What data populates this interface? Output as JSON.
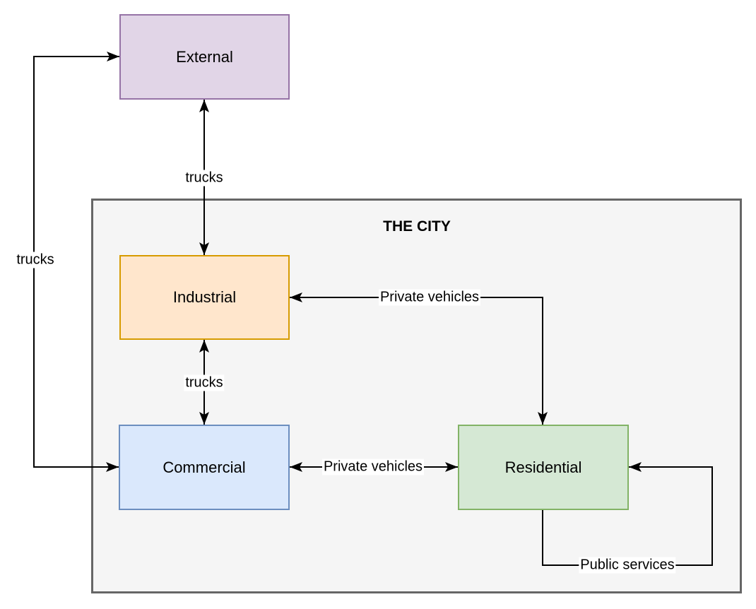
{
  "diagram": {
    "line_color": "#000000",
    "label_background": "#FFFFFF",
    "container": {
      "label": "THE CITY",
      "fill": "#F5F5F5",
      "stroke": "#666666"
    },
    "nodes": [
      {
        "id": "external",
        "label": "External",
        "fill": "#E1D5E7",
        "stroke": "#9673A6"
      },
      {
        "id": "industrial",
        "label": "Industrial",
        "fill": "#FFE6CC",
        "stroke": "#D79B00"
      },
      {
        "id": "commercial",
        "label": "Commercial",
        "fill": "#DAE8FC",
        "stroke": "#6C8EBF"
      },
      {
        "id": "residential",
        "label": "Residential",
        "fill": "#D5E8D4",
        "stroke": "#82B366"
      }
    ],
    "edges": [
      {
        "label": "trucks",
        "from": "commercial",
        "to": "external",
        "bidirectional": true
      },
      {
        "label": "trucks",
        "from": "external",
        "to": "industrial",
        "bidirectional": true
      },
      {
        "label": "trucks",
        "from": "industrial",
        "to": "commercial",
        "bidirectional": true
      },
      {
        "label": "Private vehicles",
        "from": "industrial",
        "to": "residential",
        "bidirectional": true
      },
      {
        "label": "Private vehicles",
        "from": "commercial",
        "to": "residential",
        "bidirectional": true
      },
      {
        "label": "Public services",
        "from": "residential",
        "to": "residential",
        "bidirectional": false
      }
    ]
  }
}
